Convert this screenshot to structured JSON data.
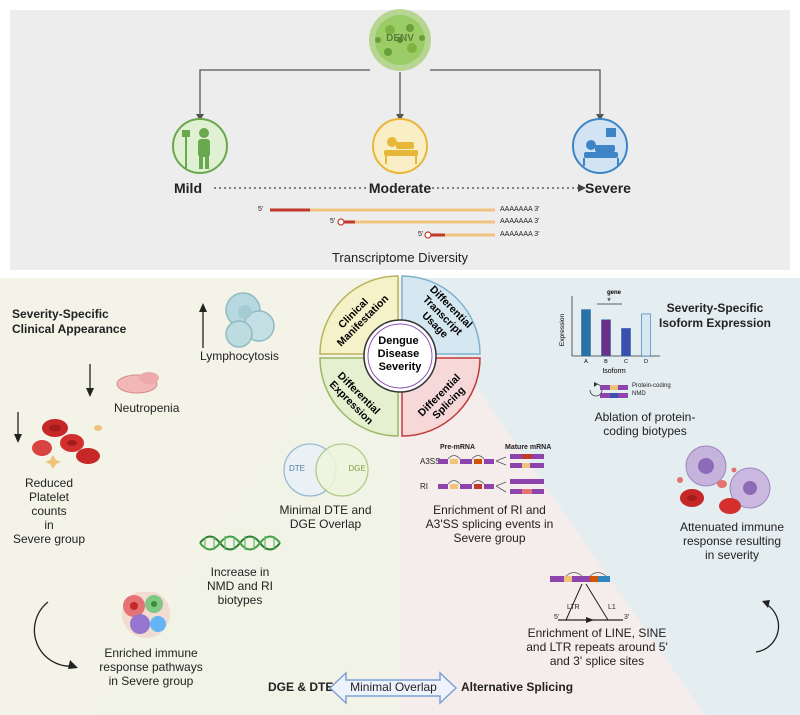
{
  "top": {
    "virus_label": "DENV",
    "severity": {
      "mild": "Mild",
      "moderate": "Moderate",
      "severe": "Severe"
    },
    "transcript_ends": {
      "five_prime": "5'",
      "poly_a": "AAAAAAA 3'"
    },
    "caption": "Transcriptome Diversity"
  },
  "center": {
    "title": [
      "Dengue",
      "Disease",
      "Severity"
    ],
    "quadrants": {
      "clinical": [
        "Clinical",
        "Manifestation"
      ],
      "transcript": [
        "Differential",
        "Transcript",
        "Usage"
      ],
      "expression": [
        "Differential",
        "Expression"
      ],
      "splicing": [
        "Differential",
        "Splicing"
      ]
    }
  },
  "left": {
    "heading": [
      "Severity-Specific",
      "Clinical Appearance"
    ],
    "lymphocytosis": "Lymphocytosis",
    "neutropenia": "Neutropenia",
    "platelets": [
      "Reduced",
      "Platelet counts",
      "in",
      "Severe group"
    ],
    "immune": [
      "Enriched immune",
      "response pathways",
      "in Severe group"
    ]
  },
  "expression": {
    "venn_left": "DTE",
    "venn_right": "DGE",
    "venn_caption": [
      "Minimal DTE and",
      "DGE Overlap"
    ],
    "nmd_caption": [
      "Increase in",
      "NMD and RI",
      "biotypes"
    ]
  },
  "splicing": {
    "pre_mrna": "Pre-mRNA",
    "mature_mrna": "Mature mRNA",
    "a3ss": "A3SS",
    "ri": "RI",
    "caption": [
      "Enrichment of RI and",
      "A3'SS splicing events in",
      "Severe group"
    ],
    "ltr": "LTR",
    "l1": "L1",
    "five": "5'",
    "three": "3'",
    "repeat_caption": [
      "Enrichment of LINE, SINE",
      "and LTR repeats around 5'",
      "and 3' splice sites"
    ]
  },
  "right": {
    "heading": [
      "Severity-Specific",
      "Isoform Expression"
    ],
    "chart_caption": [
      "Ablation of protein-",
      "coding biotypes"
    ],
    "immune_caption": [
      "Attenuated immune",
      "response resulting",
      "in severity"
    ],
    "legend_protein": "Protein-coding",
    "legend_nmd": "NMD"
  },
  "chart_data": {
    "type": "bar",
    "title": "gene",
    "xlabel": "Isoform",
    "ylabel": "Expression",
    "categories": [
      "A",
      "B",
      "C",
      "D"
    ],
    "values": [
      16,
      12.5,
      9.5,
      14.5
    ],
    "ylim": [
      0,
      20
    ],
    "colors": [
      "#2a6fa8",
      "#6b2f8a",
      "#3a4fb0",
      "#d6e8f4"
    ],
    "annotation": "*"
  },
  "bottom": {
    "left_label": "DGE & DTEs",
    "arrow_label": "Minimal Overlap",
    "right_label": "Alternative Splicing"
  },
  "colors": {
    "mild": "#6aa84f",
    "moderate": "#e7b73a",
    "severe": "#3d85c6",
    "clinical_bg": "#f5f1c8",
    "transcript_bg": "#d5e8f1",
    "expression_bg": "#e4f0cf",
    "splicing_bg": "#f6d8d8",
    "splicing_border": "#c23b3b"
  }
}
